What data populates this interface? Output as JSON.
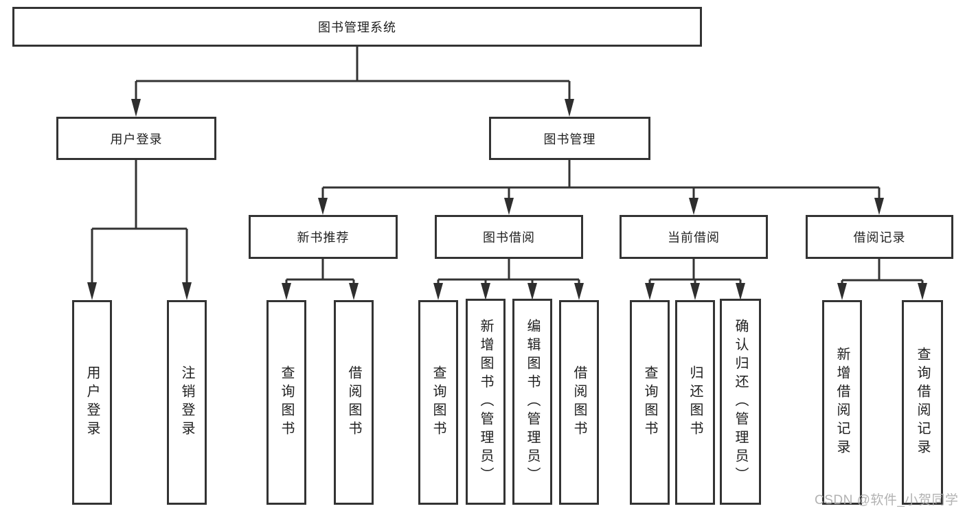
{
  "diagram_title": "图书管理系统",
  "tree": {
    "root": {
      "label": "图书管理系统"
    },
    "children": [
      {
        "label": "用户登录",
        "children": [
          {
            "label": "用户登录"
          },
          {
            "label": "注销登录"
          }
        ]
      },
      {
        "label": "图书管理",
        "children": [
          {
            "label": "新书推荐",
            "children": [
              {
                "label": "查询图书"
              },
              {
                "label": "借阅图书"
              }
            ]
          },
          {
            "label": "图书借阅",
            "children": [
              {
                "label": "查询图书"
              },
              {
                "label": "新增图书（管理员）"
              },
              {
                "label": "编辑图书（管理员）"
              },
              {
                "label": "借阅图书"
              }
            ]
          },
          {
            "label": "当前借阅",
            "children": [
              {
                "label": "查询图书"
              },
              {
                "label": "归还图书"
              },
              {
                "label": "确认归还（管理员）"
              }
            ]
          },
          {
            "label": "借阅记录",
            "children": [
              {
                "label": "新增借阅记录"
              },
              {
                "label": "查询借阅记录"
              }
            ]
          }
        ]
      }
    ]
  },
  "watermark": {
    "text": "CSDN @软件_小贺同学"
  },
  "colors": {
    "background": "#ffffff",
    "box_border": "#333333",
    "connector_line": "#333333",
    "arrowhead": "#2e2e2e",
    "text": "#1f1f1f",
    "watermark_text": "#ababab"
  }
}
